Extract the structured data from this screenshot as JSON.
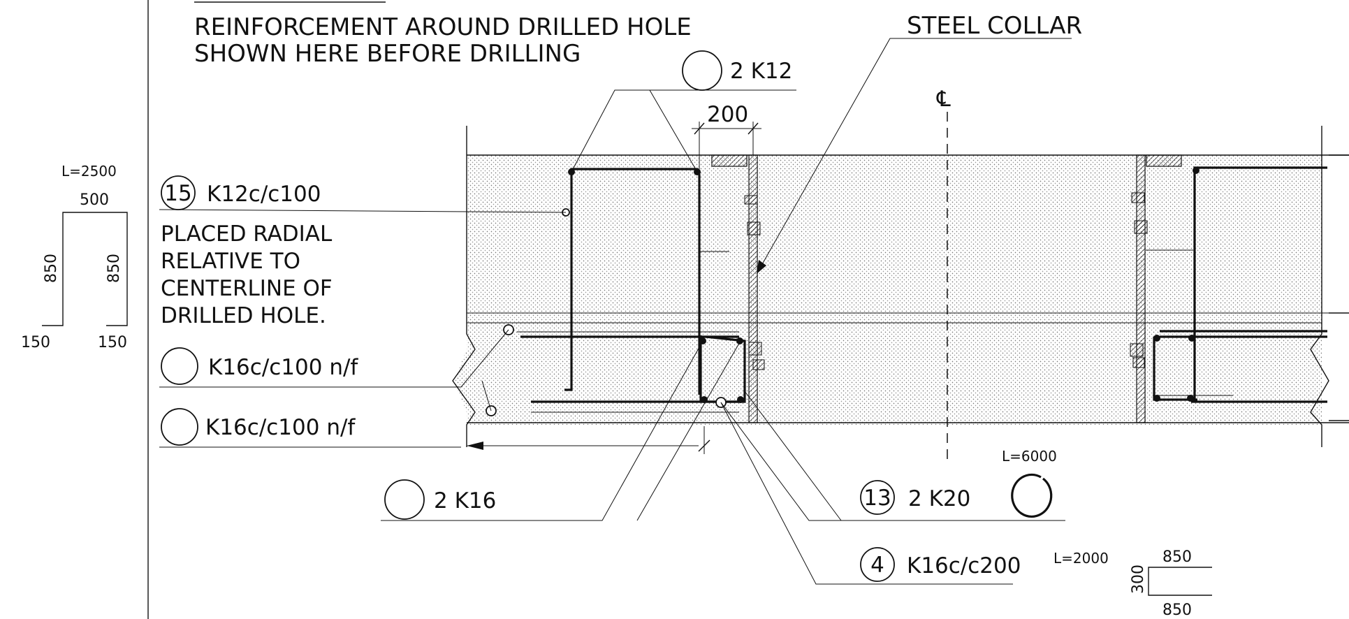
{
  "title_lines": [
    "REINFORCEMENT AROUND DRILLED HOLE",
    "SHOWN HERE BEFORE DRILLING"
  ],
  "steel_collar": "STEEL COLLAR",
  "centerline_symbol": "℄",
  "dim_200": "200",
  "callouts": {
    "top_2k12": {
      "mark": "",
      "text": "2 K12"
    },
    "mark_15": {
      "mark": "15",
      "text": "K12c/c100"
    },
    "k16_upper": {
      "mark": "",
      "text": "K16c/c100 n/f"
    },
    "k16_lower": {
      "mark": "",
      "text": "K16c/c100 n/f"
    },
    "bottom_2k16": {
      "mark": "",
      "text": "2 K16"
    },
    "mark_13": {
      "mark": "13",
      "text": "2 K20"
    },
    "mark_4": {
      "mark": "4",
      "text": "K16c/c200"
    }
  },
  "placed_note": [
    "PLACED RADIAL",
    "RELATIVE TO",
    "CENTERLINE OF",
    "DRILLED HOLE."
  ],
  "bar_shape_left": {
    "length": "L=2500",
    "top": "500",
    "left_leg": "850",
    "right_leg": "850",
    "foot_left": "150",
    "foot_right": "150"
  },
  "ring_shape": {
    "length": "L=6000"
  },
  "bar_shape_bottom": {
    "length": "L=2000",
    "top": "850",
    "side": "300",
    "bottom": "850"
  }
}
